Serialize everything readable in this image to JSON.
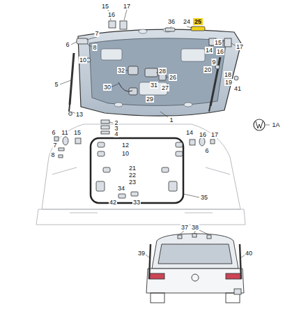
{
  "diagram": {
    "labels": [
      "15",
      "16",
      "17",
      "36",
      "24",
      "25",
      "7",
      "6",
      "8",
      "15",
      "16",
      "17",
      "14",
      "10",
      "9",
      "20",
      "32",
      "28",
      "26",
      "18",
      "5",
      "19",
      "31",
      "27",
      "30",
      "41",
      "29",
      "13",
      "1",
      "2",
      "3",
      "4",
      "1A",
      "6",
      "11",
      "15",
      "14",
      "16",
      "17",
      "6",
      "7",
      "8",
      "12",
      "10",
      "21",
      "22",
      "23",
      "34",
      "42",
      "33",
      "35",
      "37",
      "38",
      "39",
      "40"
    ]
  }
}
